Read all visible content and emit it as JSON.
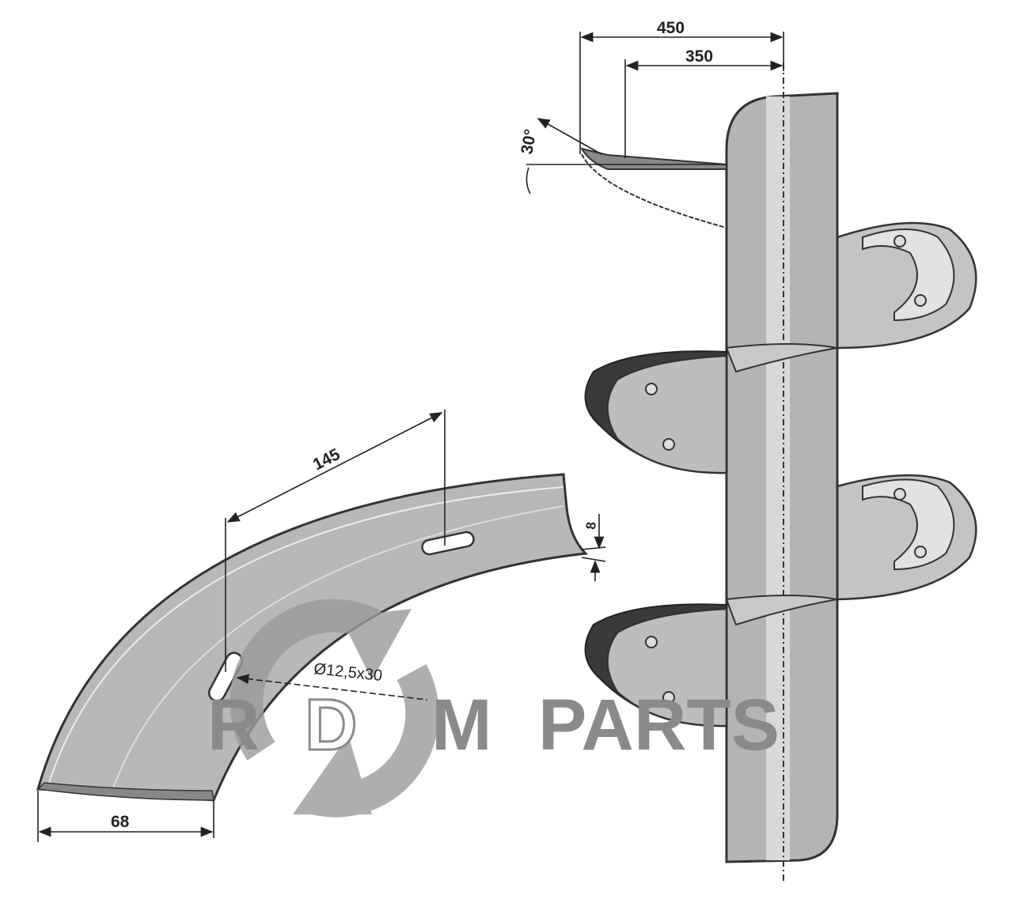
{
  "drawing": {
    "dimensions": {
      "overall_reach": "450",
      "inner_reach": "350",
      "angle": "30°",
      "slot_spacing": "145",
      "thickness": "8",
      "slot_size": "Ø12,5x30",
      "width": "68"
    },
    "watermark": {
      "letters": [
        "R",
        "D",
        "M",
        "PARTS"
      ]
    },
    "colors": {
      "steel": "#b4b4b4",
      "steel_light": "#d6d6d6",
      "edge": "#333333",
      "rubber": "#3a3a3a",
      "watermark": "#8a8a8a"
    }
  }
}
